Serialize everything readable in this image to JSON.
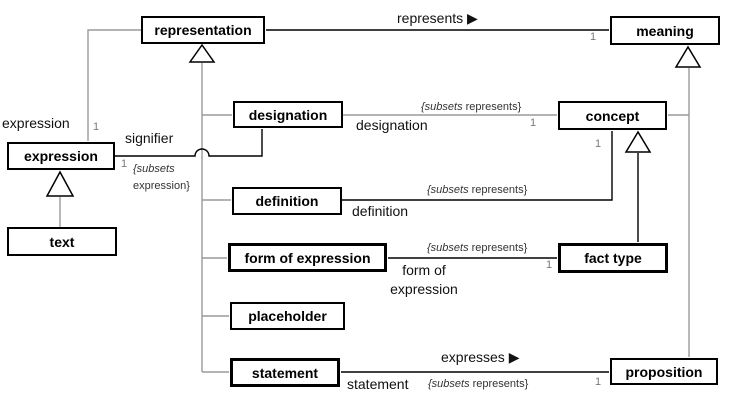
{
  "diagram": {
    "nodes": {
      "representation": "representation",
      "meaning": "meaning",
      "expression": "expression",
      "text": "text",
      "designation": "designation",
      "concept": "concept",
      "definition": "definition",
      "form_of_expression": "form of expression",
      "fact_type": "fact type",
      "placeholder": "placeholder",
      "statement": "statement",
      "proposition": "proposition"
    },
    "edge_labels": {
      "represents": "represents ▶",
      "expresses": "expresses ▶",
      "expression_role": "expression",
      "signifier_role": "signifier",
      "designation_role": "designation",
      "definition_role": "definition",
      "form_of_role_line1": "form of",
      "form_of_role_line2": "expression",
      "statement_role": "statement",
      "subsets_word": "{subsets",
      "represents_word": "represents}",
      "expression_word": "expression}",
      "multiplicity_one": "1"
    },
    "colors": {
      "line_black": "#000000",
      "line_gray": "#9a9a9a",
      "box_border": "#000000",
      "background": "#ffffff"
    }
  }
}
